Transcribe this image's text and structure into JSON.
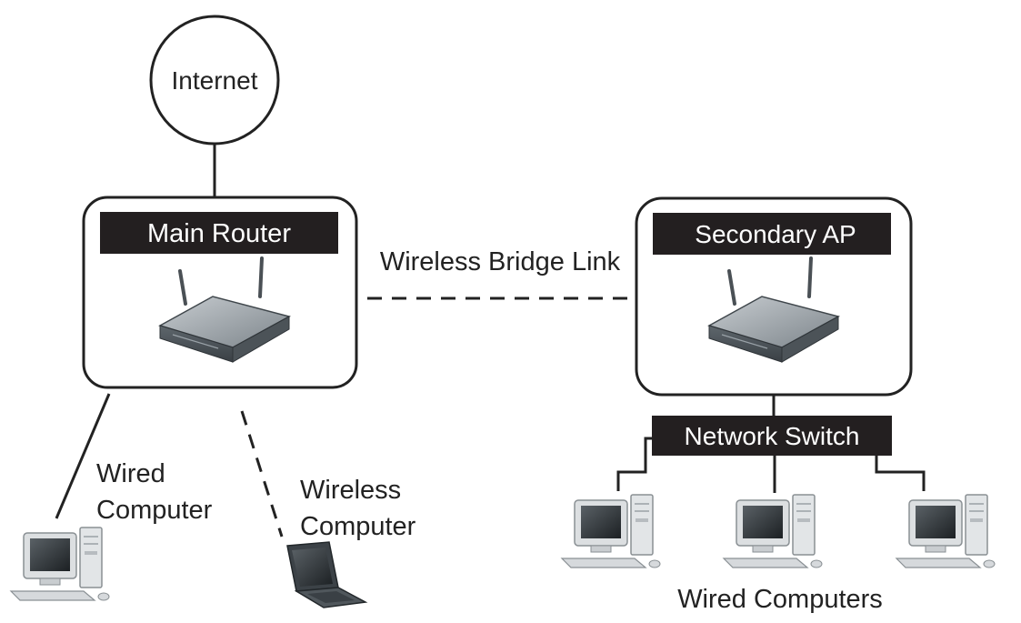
{
  "nodes": {
    "internet": "Internet",
    "main_router": "Main Router",
    "secondary_ap": "Secondary AP",
    "network_switch": "Network Switch"
  },
  "links": {
    "bridge": "Wireless Bridge Link"
  },
  "clients": {
    "wired_line1": "Wired",
    "wired_line2": "Computer",
    "wireless_line1": "Wireless",
    "wireless_line2": "Computer",
    "group": "Wired Computers"
  },
  "colors": {
    "bar": "#231f20",
    "line": "#222222",
    "device": "#6b737a"
  }
}
